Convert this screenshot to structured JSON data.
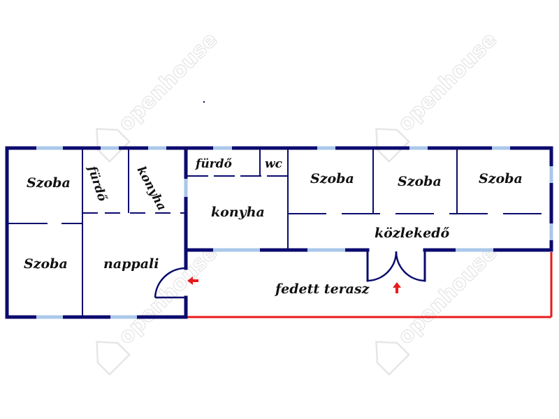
{
  "colors": {
    "wall": "#0a0a6e",
    "window": "#a9c7ea",
    "interior": "#0a0a6e",
    "terrace": "#e81b1b",
    "arrow": "#e81b1b",
    "watermark": "#e6e6e6"
  },
  "watermark": {
    "text": "openhouse",
    "icon": "house-logo"
  },
  "rooms": {
    "szoba_top_left": "Szoba",
    "furdo_left": "fürdő",
    "konyha_left": "konyha",
    "szoba_bottom_left": "Szoba",
    "nappali": "nappali",
    "furdo_right": "fürdő",
    "wc": "wc",
    "konyha_right": "konyha",
    "szoba_1": "Szoba",
    "szoba_2": "Szoba",
    "szoba_3": "Szoba",
    "kozlekedo": "közlekedő",
    "fedett_terasz": "fedett terasz"
  },
  "entrances": [
    {
      "name": "side-entrance-arrow",
      "direction": "left"
    },
    {
      "name": "terrace-door-arrow",
      "direction": "up"
    }
  ]
}
